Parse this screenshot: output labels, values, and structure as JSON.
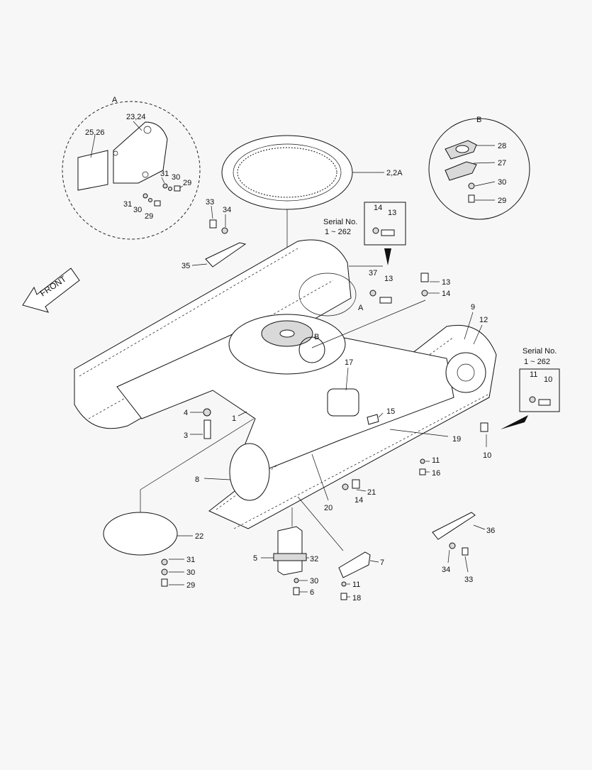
{
  "diagram": {
    "detail_labels": {
      "a": "A",
      "b": "B",
      "a_ref": "A",
      "b_ref": "B"
    },
    "front_arrow": "FRONT",
    "serial_notes": [
      {
        "line1": "Serial No.",
        "line2": "1 ~ 262"
      },
      {
        "line1": "Serial No.",
        "line2": "1 ~ 262"
      }
    ],
    "callouts": {
      "c23_24": "23,24",
      "c25_26": "25,26",
      "c31a": "31",
      "c30a": "30",
      "c29a": "29",
      "c31b": "31",
      "c30b": "30",
      "c29b": "29",
      "c2_2a": "2,2A",
      "c28": "28",
      "c27": "27",
      "c30c": "30",
      "c29c": "29",
      "c33a": "33",
      "c34a": "34",
      "c35": "35",
      "c14a": "14",
      "c13a": "13",
      "c37": "37",
      "c13b": "13",
      "c13c": "13",
      "c14b": "14",
      "c9": "9",
      "c12": "12",
      "c11a": "11",
      "c10a": "10",
      "c10b": "10",
      "c17": "17",
      "c15": "15",
      "c19": "19",
      "c4": "4",
      "c3": "3",
      "c1": "1",
      "c11b": "11",
      "c16": "16",
      "c8": "8",
      "c21": "21",
      "c14c": "14",
      "c20": "20",
      "c22": "22",
      "c36": "36",
      "c31c": "31",
      "c30d": "30",
      "c29d": "29",
      "c5": "5",
      "c32": "32",
      "c30e": "30",
      "c6": "6",
      "c7": "7",
      "c11c": "11",
      "c18": "18",
      "c34b": "34",
      "c33b": "33"
    }
  }
}
